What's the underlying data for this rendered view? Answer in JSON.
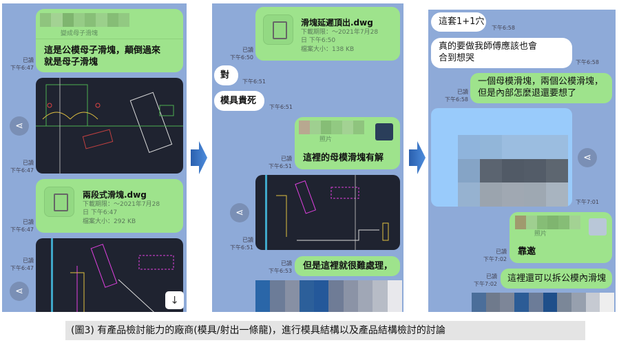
{
  "panel1": {
    "quote_label": "變成母子滑塊",
    "quote_message": [
      "這是公模母子滑塊，顛倒過來",
      "就是母子滑塊"
    ],
    "read1": "已讀",
    "time1": "下午6:47",
    "read2": "已讀",
    "time2": "下午6:47",
    "file": {
      "name": "兩段式滑塊.dwg",
      "expiry_line1": "下載期限：～2021年7月28",
      "expiry_line2": "日 下午6:47",
      "size": "檔案大小：292 KB"
    },
    "read3": "已讀",
    "time3": "下午6:47",
    "read4": "已讀",
    "time4": "下午6:47"
  },
  "panel2": {
    "file": {
      "name": "滑塊延遲頂出.dwg",
      "expiry_line1": "下載期限：～2021年7月28",
      "expiry_line2": "日 下午6:50",
      "size": "檔案大小：138 KB"
    },
    "read1": "已讀",
    "time1": "下午6:50",
    "msg_yes": "對",
    "time_yes": "下午6:51",
    "msg_expensive": "模具貴死",
    "time_expensive": "下午6:51",
    "quote_label": "照片",
    "quote_message": "這裡的母模滑塊有解",
    "read2": "已讀",
    "time2": "下午6:51",
    "read3": "已讀",
    "time3": "下午6:51",
    "msg_hard": "但是這裡就很難處理，",
    "read4": "已讀",
    "time4": "下午6:53"
  },
  "panel3": {
    "msg1": "這套1+1穴",
    "time1": "下午6:58",
    "msg2": [
      "真的要做我師傅應該也會",
      "合到想哭"
    ],
    "time2": "下午6:58",
    "msg3": [
      "一個母模滑塊，兩個公模滑塊，",
      "但是內部怎麼退還要想了"
    ],
    "read3": "已讀",
    "time3": "下午6:58",
    "time_image": "下午7:01",
    "quote_label": "照片",
    "quote_message": "靠邀",
    "read4": "已讀",
    "time4": "下午7:02",
    "msg5": "這裡還可以拆公模內滑塊",
    "read5": "已讀",
    "time5": "下午7:02"
  },
  "caption": "(圖3)  有產品檢討能力的廠商(模具/射出一條龍)，進行模具結構以及產品結構檢討的討論",
  "colors": {
    "chat_bg": "#8eaad8",
    "bubble_out": "#9ee38c",
    "bubble_in": "#ffffff",
    "arrow": "#2f6fc0"
  }
}
